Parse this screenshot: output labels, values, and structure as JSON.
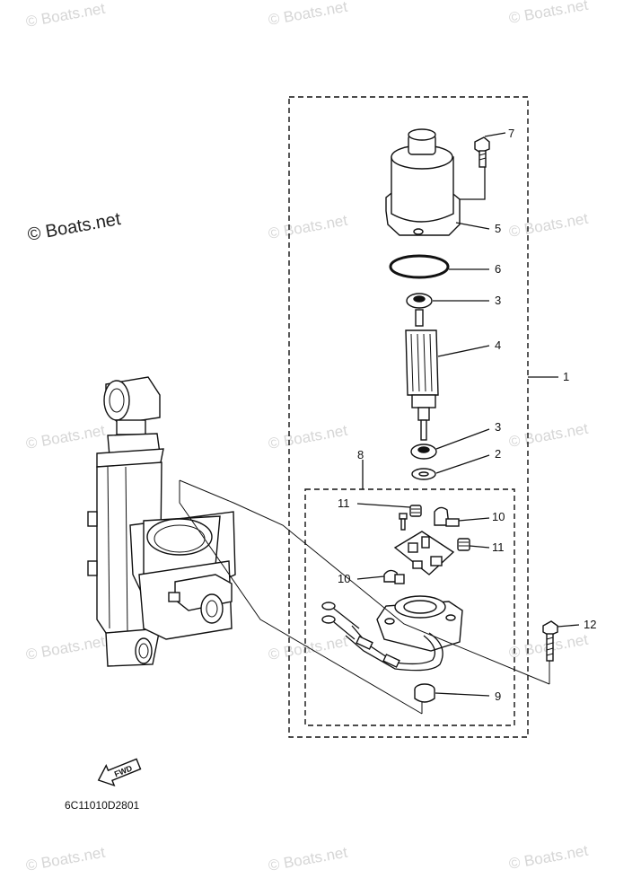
{
  "watermark": "© Boats.net",
  "watermark_main": "© Boats.net",
  "callouts": {
    "c1": "1",
    "c2": "2",
    "c3a": "3",
    "c3b": "3",
    "c4": "4",
    "c5": "5",
    "c6": "6",
    "c7": "7",
    "c8": "8",
    "c9": "9",
    "c10a": "10",
    "c10b": "10",
    "c11a": "11",
    "c11b": "11",
    "c12": "12"
  },
  "fwd_label": "FWD",
  "diagram_code": "6C11010D2801",
  "colors": {
    "line": "#111111",
    "watermark": "#d6d6d6",
    "background": "#ffffff"
  }
}
